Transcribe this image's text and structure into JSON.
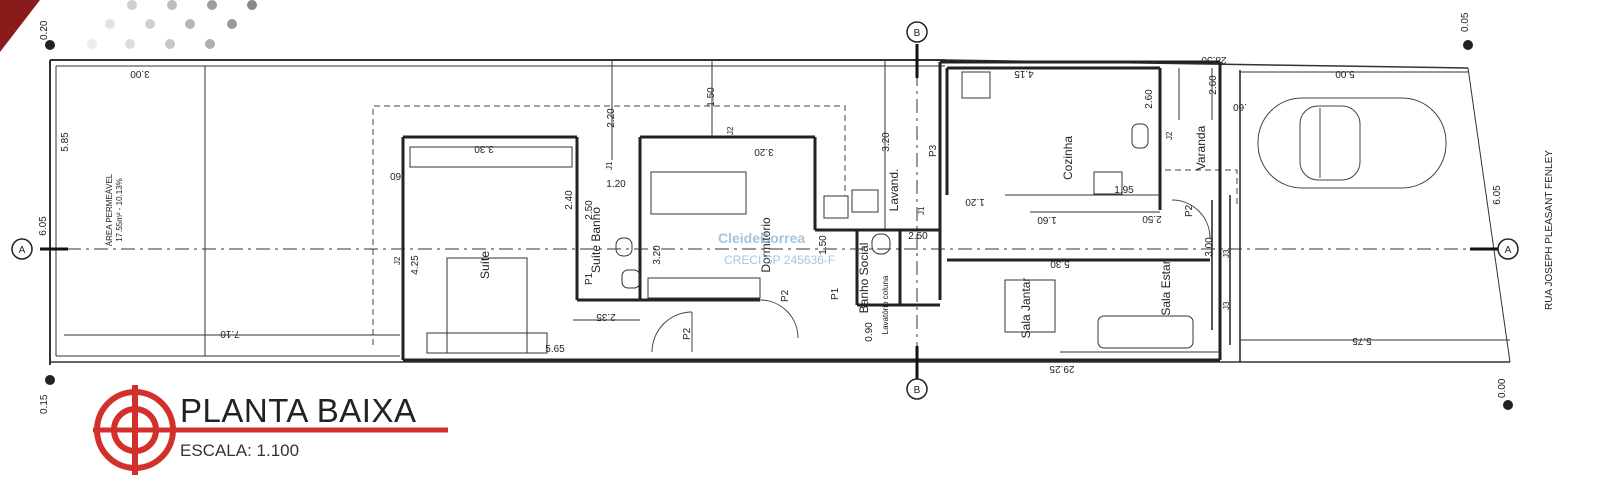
{
  "title": "PLANTA BAIXA",
  "scale": "ESCALA: 1.100",
  "watermark": {
    "name": "CleideCorrea",
    "creci": "CRECI SP 245636-F"
  },
  "street": "RUA JOSEPH PLEASANT FENLEY",
  "section_marks": {
    "a": "A",
    "b": "B"
  },
  "rooms": {
    "suite": "Suíte",
    "suite_bath": "Suíte Banho",
    "bedroom": "Dormitório",
    "social_bath": "Banho Social",
    "laundry": "Lavand.",
    "kitchen": "Cozinha",
    "porch": "Varanda",
    "dining": "Sala Jantar",
    "living": "Sala Estar",
    "permeable": "ÁREA PERMEÁVEL",
    "permeable_area": "17.55m² - 10.13%"
  },
  "doors": [
    "P1",
    "P1",
    "P2",
    "P2",
    "P2",
    "P3"
  ],
  "windows": [
    "J1",
    "J1",
    "J2",
    "J2",
    "J2",
    "J3",
    "J3"
  ],
  "dimensions": {
    "lot_length": "28.50",
    "house_length": "29.25",
    "front_setback": "5.00",
    "rear_setback": "3.00",
    "lot_width_left": "6.05",
    "lot_width_right": "6.05",
    "rear_height": "5.85",
    "level_top_left": "0.20",
    "level_bottom_left": "0.15",
    "level_top_right": "0.05",
    "level_bottom_right": "0.00",
    "suite_width": "5.65",
    "suite_height": "4.25",
    "wardrobe": "3.30",
    "suite_depth": "7.10",
    "bath_width": "1.20",
    "bath_h1": "2.40",
    "bath_h2": "2.50",
    "bath_w2": "2.35",
    "corridor_h": "2.20",
    "bed_top": "1.50",
    "bed_width": "3.20",
    "bed_height": "3.20",
    "laundry_h": "3.20",
    "social_w": "2.50",
    "social_h": "1.50",
    "social_h2": "0.90",
    "kitchen_w": "4.15",
    "kitchen_h": "2.60",
    "porch_h": "2.60",
    "counter_a": "1.20",
    "counter_b": "1.60",
    "counter_c": "2.50",
    "counter_d": "1.95",
    "living_w": "5.30",
    "living_w2": "5.75",
    "porch_gap": "3.00",
    "sixty_a": ".60",
    "sixty_b": ".60"
  },
  "notes": {
    "bath_note": "Lavatório coluna"
  }
}
